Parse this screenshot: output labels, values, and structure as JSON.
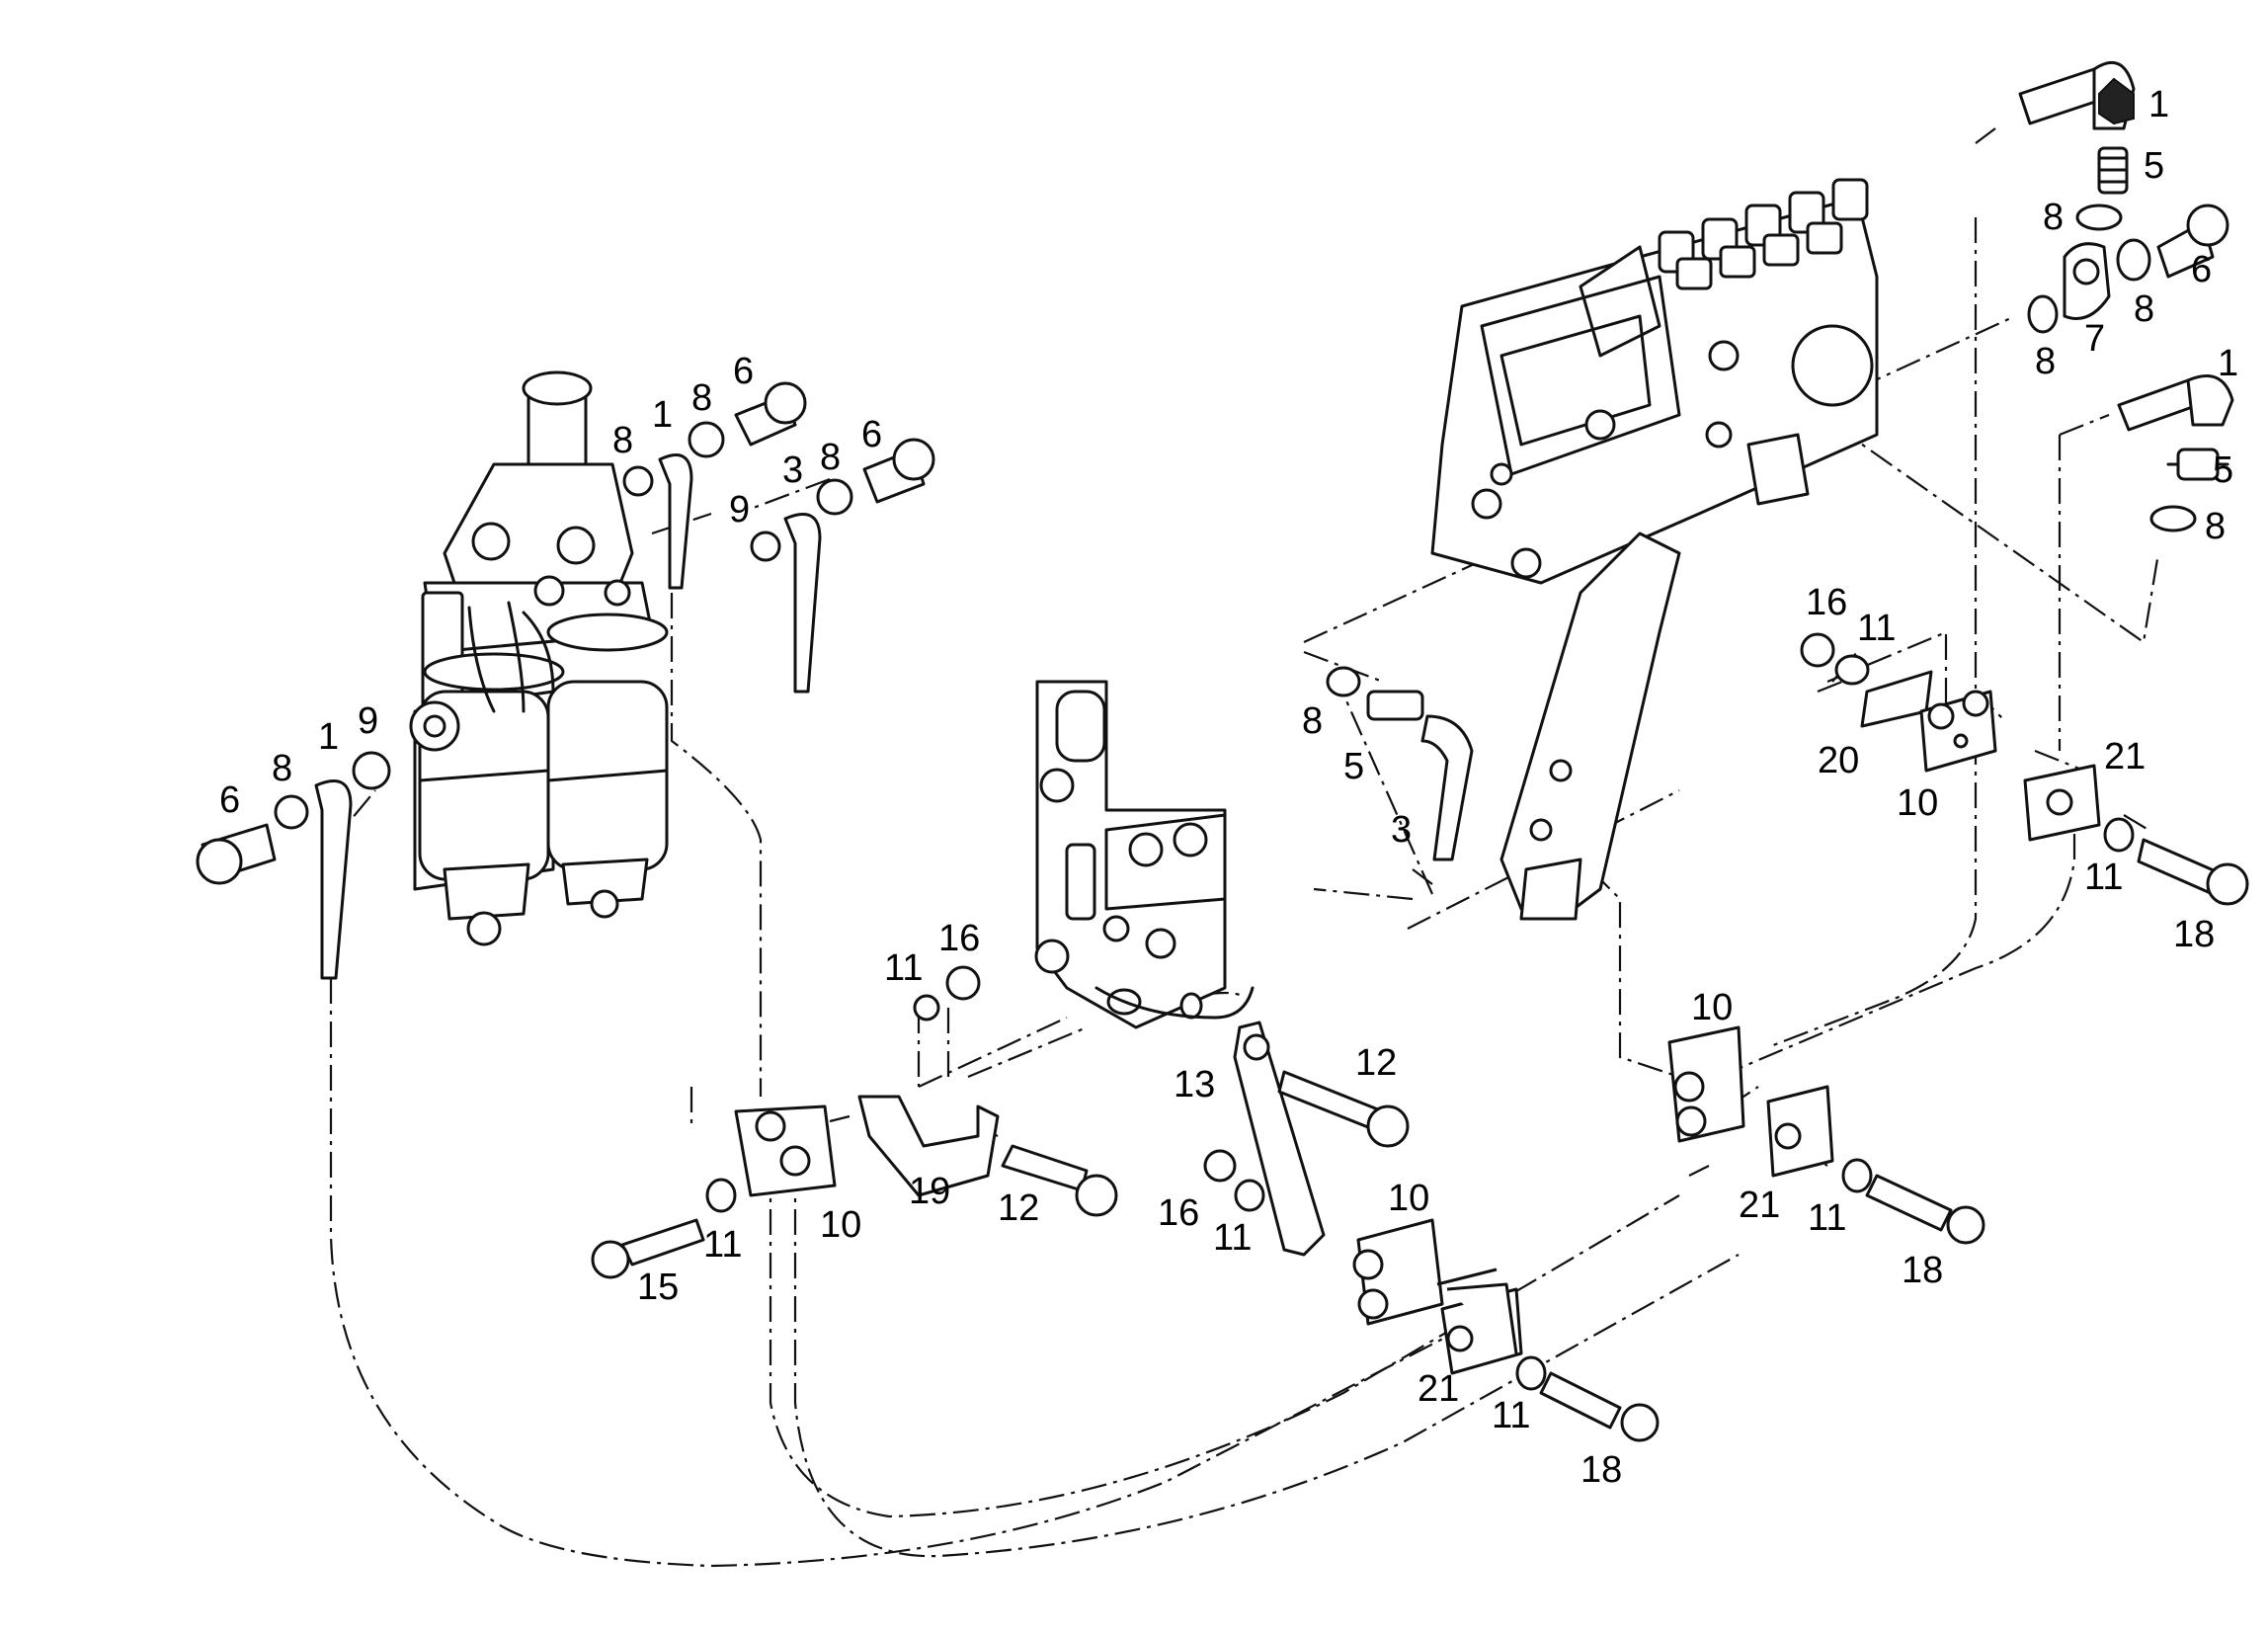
{
  "callouts": {
    "c1_top": "1",
    "c5_top": "5",
    "c8_top_left": "8",
    "c6_top": "6",
    "c8_top_mid": "8",
    "c8_pump_left": "8",
    "c7": "7",
    "c1_mid": "1",
    "c5_mid": "5",
    "c8_mid": "8",
    "c8_filter_a": "8",
    "c1_filter_a": "1",
    "c8_filter_b": "8",
    "c6_filter_a": "6",
    "c9_filter_a": "9",
    "c3_filter": "3",
    "c8_filter_c": "8",
    "c6_filter_b": "6",
    "c6_left": "6",
    "c8_left": "8",
    "c1_left": "1",
    "c9_left": "9",
    "c8_pump_low": "8",
    "c5_pump_low": "5",
    "c3_pump_low": "3",
    "c16_right": "16",
    "c11_right": "11",
    "c20": "20",
    "c10_right": "10",
    "c21_right": "21",
    "c11_far_right": "11",
    "c18_right": "18",
    "c11_bracket": "11",
    "c16_bracket": "16",
    "c19": "19",
    "c12_bracket": "12",
    "c10_left": "10",
    "c11_clamp_left": "11",
    "c15": "15",
    "c13": "13",
    "c12_mid": "12",
    "c16_mid": "16",
    "c11_mid": "11",
    "c10_center": "10",
    "c21_center": "21",
    "c11_center": "11",
    "c18_center": "18",
    "c10_lower": "10",
    "c21_lower": "21",
    "c11_lower": "11",
    "c18_lower": "18"
  }
}
